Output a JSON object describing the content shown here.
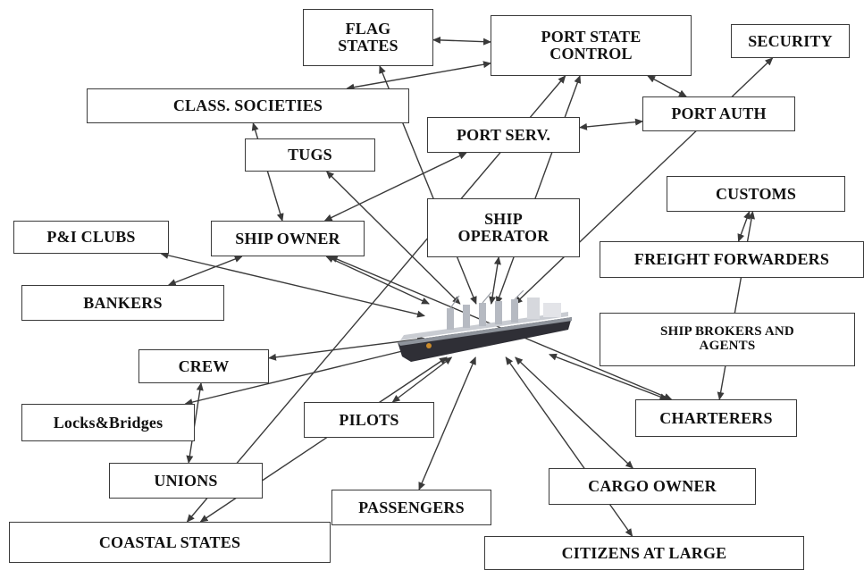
{
  "nodes": {
    "flag_states": "FLAG\nSTATES",
    "port_state_control": "PORT STATE\nCONTROL",
    "security": "SECURITY",
    "class_societies": "CLASS. SOCIETIES",
    "port_auth": "PORT AUTH",
    "port_serv": "PORT SERV.",
    "tugs": "TUGS",
    "customs": "CUSTOMS",
    "ship_operator": "SHIP\nOPERATOR",
    "pi_clubs": "P&I CLUBS",
    "ship_owner": "SHIP OWNER",
    "freight_forwarders": "FREIGHT FORWARDERS",
    "bankers": "BANKERS",
    "ship_brokers": "SHIP BROKERS AND\nAGENTS",
    "crew": "CREW",
    "locks_bridges": "Locks&Bridges",
    "pilots": "PILOTS",
    "charterers": "CHARTERERS",
    "unions": "UNIONS",
    "cargo_owner": "CARGO OWNER",
    "passengers": "PASSENGERS",
    "coastal_states": "COASTAL STATES",
    "citizens_at_large": "CITIZENS AT LARGE"
  },
  "links": [
    [
      "flag_states",
      "port_state_control"
    ],
    [
      "flag_states",
      "ship"
    ],
    [
      "port_state_control",
      "class_societies"
    ],
    [
      "port_state_control",
      "port_auth"
    ],
    [
      "port_state_control",
      "ship"
    ],
    [
      "port_state_control",
      "coastal_states"
    ],
    [
      "security",
      "ship"
    ],
    [
      "port_auth",
      "port_serv"
    ],
    [
      "port_serv",
      "ship_owner"
    ],
    [
      "class_societies",
      "ship_owner"
    ],
    [
      "tugs",
      "ship"
    ],
    [
      "ship_operator",
      "ship"
    ],
    [
      "customs",
      "freight_forwarders"
    ],
    [
      "customs",
      "charterers"
    ],
    [
      "pi_clubs",
      "ship"
    ],
    [
      "bankers",
      "ship_owner"
    ],
    [
      "ship_owner",
      "ship"
    ],
    [
      "ship_owner",
      "charterers"
    ],
    [
      "ship",
      "crew"
    ],
    [
      "ship",
      "locks_bridges"
    ],
    [
      "ship",
      "cargo_owner"
    ],
    [
      "crew",
      "unions"
    ],
    [
      "pilots",
      "ship"
    ],
    [
      "charterers",
      "ship"
    ],
    [
      "passengers",
      "ship"
    ],
    [
      "coastal_states",
      "ship"
    ],
    [
      "citizens_at_large",
      "ship"
    ]
  ],
  "colors": {
    "line": "#3a3a3a",
    "ship_hull": "#2f2f36",
    "ship_deck": "#c9ccd2"
  }
}
